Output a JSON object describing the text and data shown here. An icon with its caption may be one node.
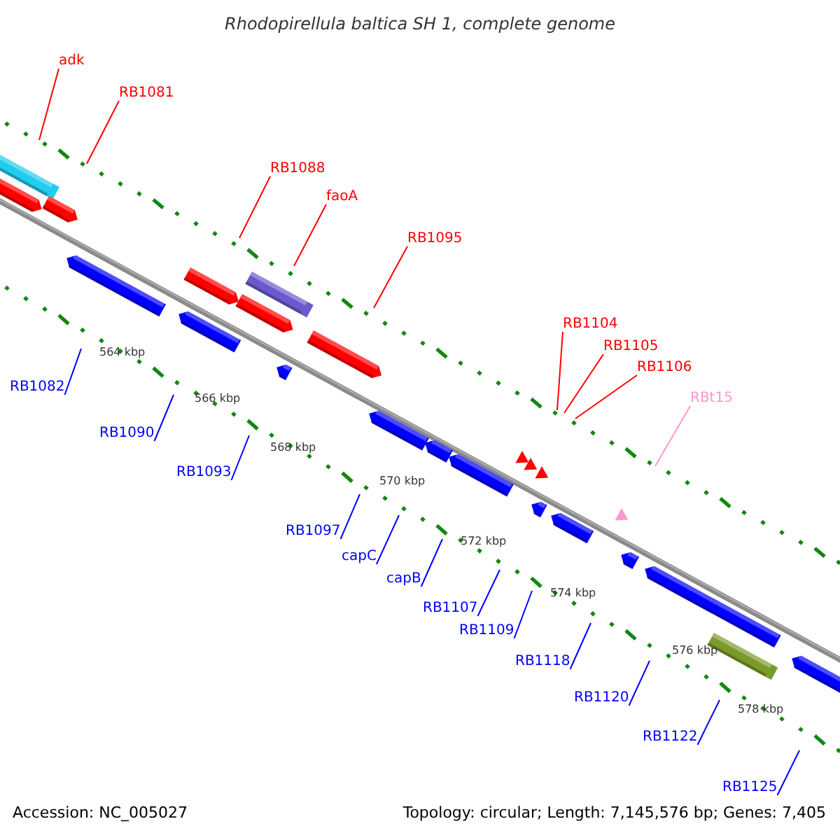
{
  "diagram": {
    "title": "Rhodopirellula baltica SH 1, complete genome",
    "nodes": [
      {
        "text": [
          "adk"
        ]
      },
      {
        "text": [
          "RB1081"
        ]
      },
      {
        "text": [
          "RB1088"
        ]
      },
      {
        "text": [
          "faoA"
        ]
      },
      {
        "text": [
          "RB1095"
        ]
      },
      {
        "text": [
          "RB1104"
        ]
      },
      {
        "text": [
          "RB1105"
        ]
      },
      {
        "text": [
          "RB1106"
        ]
      },
      {
        "text": [
          "RBt15"
        ]
      },
      {
        "text": [
          "RB1082"
        ]
      },
      {
        "text": [
          "RB1090"
        ]
      },
      {
        "text": [
          "RB1093"
        ]
      },
      {
        "text": [
          "RB1097"
        ]
      },
      {
        "text": [
          "capC"
        ]
      },
      {
        "text": [
          "capB"
        ]
      },
      {
        "text": [
          "RB1107"
        ]
      },
      {
        "text": [
          "RB1109"
        ]
      },
      {
        "text": [
          "RB1118"
        ]
      },
      {
        "text": [
          "RB1120"
        ]
      },
      {
        "text": [
          "RB1122"
        ]
      },
      {
        "text": [
          "RB1125"
        ]
      }
    ],
    "edges": [
      {
        "from": 0,
        "to": null,
        "arrow": "none",
        "color": "#ff0000"
      },
      {
        "from": 1,
        "to": null,
        "arrow": "none",
        "color": "#ff0000"
      },
      {
        "from": 2,
        "to": null,
        "arrow": "none",
        "color": "#ff0000"
      },
      {
        "from": 3,
        "to": null,
        "arrow": "none",
        "color": "#ff0000"
      },
      {
        "from": 4,
        "to": null,
        "arrow": "none",
        "color": "#ff0000"
      },
      {
        "from": 5,
        "to": null,
        "arrow": "none",
        "color": "#ff0000"
      },
      {
        "from": 6,
        "to": null,
        "arrow": "none",
        "color": "#ff0000"
      },
      {
        "from": 7,
        "to": null,
        "arrow": "none",
        "color": "#ff0000"
      },
      {
        "from": 8,
        "to": null,
        "arrow": "none",
        "color": "#ff99cc"
      },
      {
        "from": 9,
        "to": null,
        "arrow": "none"
      },
      {
        "from": 10,
        "to": null,
        "arrow": "none"
      },
      {
        "from": 11,
        "to": null,
        "arrow": "none"
      },
      {
        "from": 12,
        "to": null,
        "arrow": "none"
      },
      {
        "from": 13,
        "to": null,
        "arrow": "none"
      },
      {
        "from": 14,
        "to": null,
        "arrow": "none"
      },
      {
        "from": 15,
        "to": null,
        "arrow": "none"
      },
      {
        "from": 16,
        "to": null,
        "arrow": "none"
      },
      {
        "from": 17,
        "to": null,
        "arrow": "none"
      },
      {
        "from": 18,
        "to": null,
        "arrow": "none"
      },
      {
        "from": 19,
        "to": null,
        "arrow": "none"
      },
      {
        "from": 20,
        "to": null,
        "arrow": "none"
      }
    ],
    "labels": [
      "564 kbp",
      "566 kbp",
      "568 kbp",
      "570 kbp",
      "572 kbp",
      "574 kbp",
      "576 kbp",
      "578 kbp",
      "Accession: NC_005027",
      "Topology: circular; Length: 7,145,576 bp; Genes: 7,405"
    ]
  }
}
